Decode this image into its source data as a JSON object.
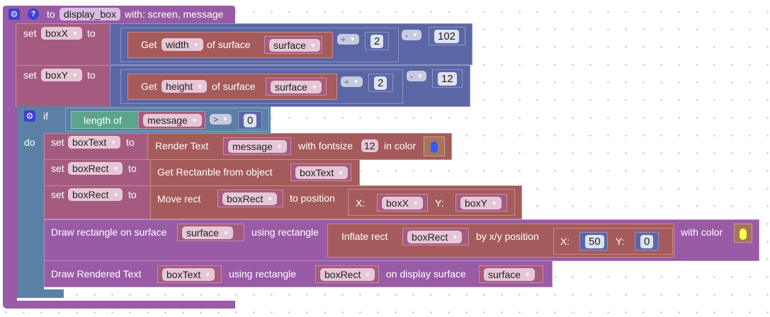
{
  "header": {
    "to": "to",
    "name": "display_box",
    "with": "with: screen, message"
  },
  "row1": {
    "set": "set",
    "var": "boxX",
    "to": "to",
    "get": "Get",
    "prop": "width",
    "of": "of surface",
    "surface": "surface",
    "op": "÷",
    "div": "2",
    "op2": "-",
    "sub": "102"
  },
  "row2": {
    "set": "set",
    "var": "boxY",
    "to": "to",
    "get": "Get",
    "prop": "height",
    "of": "of surface",
    "surface": "surface",
    "op": "÷",
    "div": "2",
    "op2": "-",
    "sub": "12"
  },
  "ifblock": {
    "if": "if",
    "do": "do",
    "length": "length of",
    "msg": "message",
    "cmp": ">",
    "val": "0"
  },
  "row3": {
    "set": "set",
    "var": "boxText",
    "to": "to",
    "render": "Render Text",
    "msg": "message",
    "withfont": "with fontsize",
    "size": "12",
    "incolor": "in color",
    "color": "#2f5cff"
  },
  "row4": {
    "set": "set",
    "var": "boxRect",
    "to": "to",
    "get": "Get Rectanble from object",
    "obj": "boxText"
  },
  "row5": {
    "set": "set",
    "var": "boxRect",
    "to": "to",
    "move": "Move rect",
    "rect": "boxRect",
    "topos": "to position",
    "x": "X:",
    "xv": "boxX",
    "y": "Y:",
    "yv": "boxY"
  },
  "row6": {
    "draw": "Draw rectangle on surface",
    "surface": "surface",
    "using": "using rectangle",
    "inflate": "Inflate rect",
    "rect": "boxRect",
    "by": "by x/y position",
    "x": "X:",
    "xv": "50",
    "y": "Y:",
    "yv": "0",
    "withcolor": "with color",
    "color": "#ffff4a"
  },
  "row7": {
    "draw": "Draw Rendered Text",
    "text": "boxText",
    "using": "using rectangle",
    "rect": "boxRect",
    "on": "on display surface",
    "surface": "surface"
  }
}
